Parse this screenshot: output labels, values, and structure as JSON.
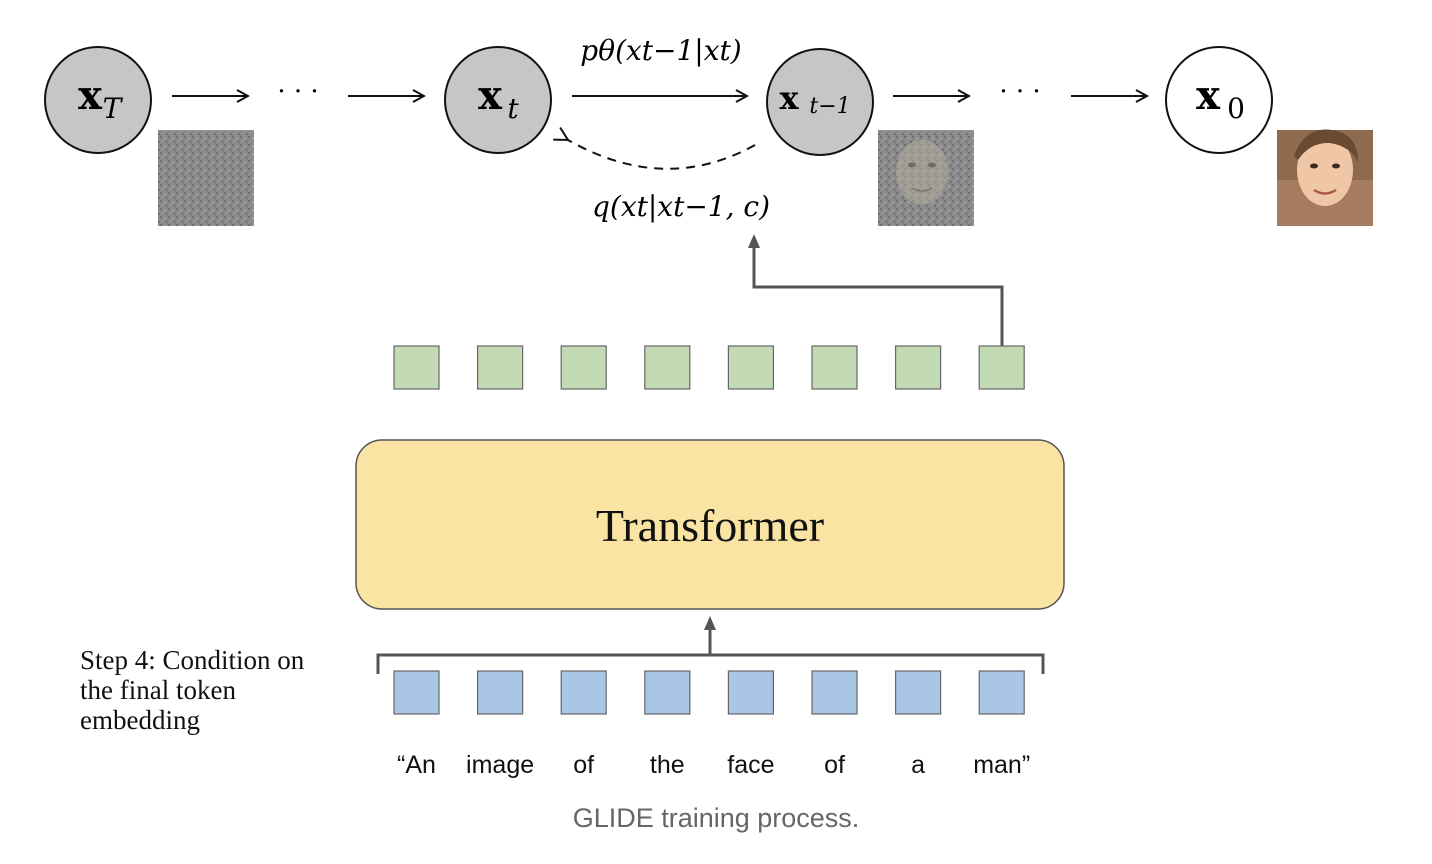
{
  "diagram": {
    "forward_label": "pθ(xt−1|xt)",
    "reverse_label": "q(xt|xt−1, c)",
    "nodes": [
      {
        "id": "xT",
        "sym": "x",
        "sub": "T"
      },
      {
        "id": "xt",
        "sym": "x",
        "sub": "t"
      },
      {
        "id": "xt-1",
        "sym": "x",
        "sub": "t−1"
      },
      {
        "id": "x0",
        "sym": "x",
        "sub": "0"
      }
    ],
    "ellipsis": "· · ·",
    "transformer_label": "Transformer",
    "tokens": [
      "“An",
      "image",
      "of",
      "the",
      "face",
      "of",
      "a",
      "man”"
    ],
    "step_note": "Step 4: Condition on the final token embedding",
    "images": {
      "noise": "noise-image",
      "partial": "partially-denoised-face-image",
      "face": "face-image"
    }
  },
  "caption": "GLIDE training process.",
  "colors": {
    "node_gray": "#c6c6c6",
    "output_token": "#c2dbb4",
    "input_token": "#a9c6e6",
    "transformer": "#f9e4a4",
    "arrow": "#555555"
  }
}
